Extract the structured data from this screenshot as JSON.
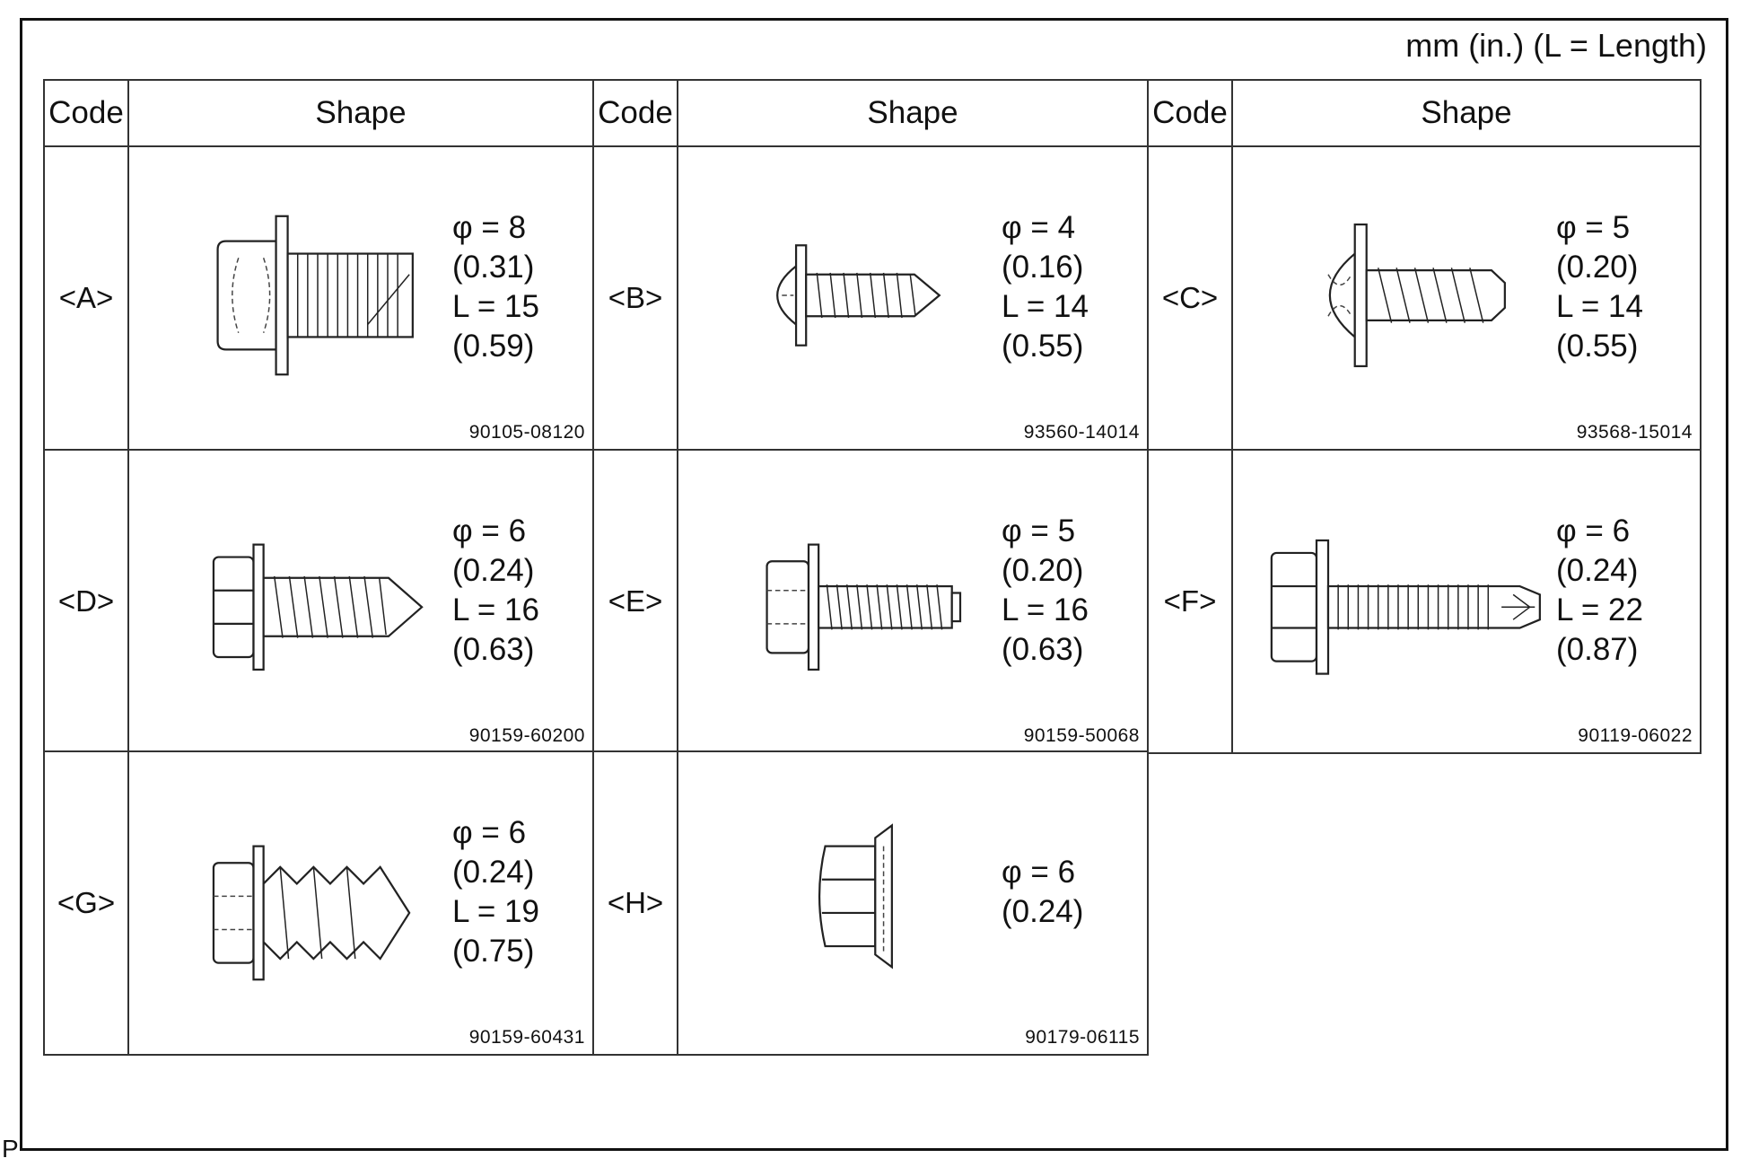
{
  "unit_note": "mm (in.) (L = Length)",
  "corner_mark": "P",
  "headers": {
    "code": "Code",
    "shape": "Shape"
  },
  "fasteners": [
    {
      "code": "<A>",
      "phi": "φ = 8",
      "phi_in": "(0.31)",
      "length": "L = 15",
      "length_in": "(0.59)",
      "part_no": "90105-08120",
      "icon": "flange-hex-bolt-icon"
    },
    {
      "code": "<B>",
      "phi": "φ = 4",
      "phi_in": "(0.16)",
      "length": "L = 14",
      "length_in": "(0.55)",
      "part_no": "93560-14014",
      "icon": "pan-head-tapping-screw-icon"
    },
    {
      "code": "<C>",
      "phi": "φ = 5",
      "phi_in": "(0.20)",
      "length": "L = 14",
      "length_in": "(0.55)",
      "part_no": "93568-15014",
      "icon": "pan-head-flange-screw-icon"
    },
    {
      "code": "<D>",
      "phi": "φ = 6",
      "phi_in": "(0.24)",
      "length": "L = 16",
      "length_in": "(0.63)",
      "part_no": "90159-60200",
      "icon": "hex-washer-tapping-screw-icon"
    },
    {
      "code": "<E>",
      "phi": "φ = 5",
      "phi_in": "(0.20)",
      "length": "L = 16",
      "length_in": "(0.63)",
      "part_no": "90159-50068",
      "icon": "hex-washer-fine-screw-icon"
    },
    {
      "code": "<F>",
      "phi": "φ = 6",
      "phi_in": "(0.24)",
      "length": "L = 22",
      "length_in": "(0.87)",
      "part_no": "90119-06022",
      "icon": "hex-flange-long-bolt-icon"
    },
    {
      "code": "<G>",
      "phi": "φ = 6",
      "phi_in": "(0.24)",
      "length": "L = 19",
      "length_in": "(0.75)",
      "part_no": "90159-60431",
      "icon": "hex-washer-coarse-screw-icon"
    },
    {
      "code": "<H>",
      "phi": "φ = 6",
      "phi_in": "(0.24)",
      "length": "",
      "length_in": "",
      "part_no": "90179-06115",
      "icon": "flange-nut-icon"
    }
  ]
}
